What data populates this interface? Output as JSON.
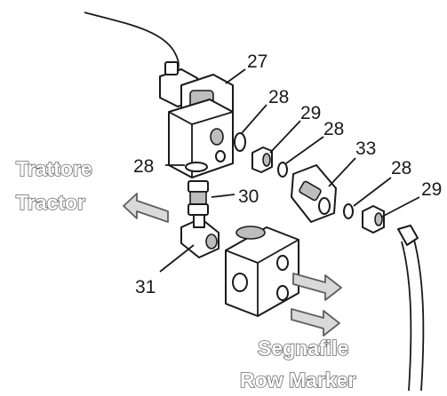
{
  "callouts": [
    "27",
    "28",
    "29",
    "28",
    "33",
    "28",
    "29",
    "28",
    "30",
    "31"
  ],
  "directions": {
    "tractor_it": "Trattore",
    "tractor_en": "Tractor",
    "marker_it": "Segnafile",
    "marker_en": "Row Marker"
  }
}
